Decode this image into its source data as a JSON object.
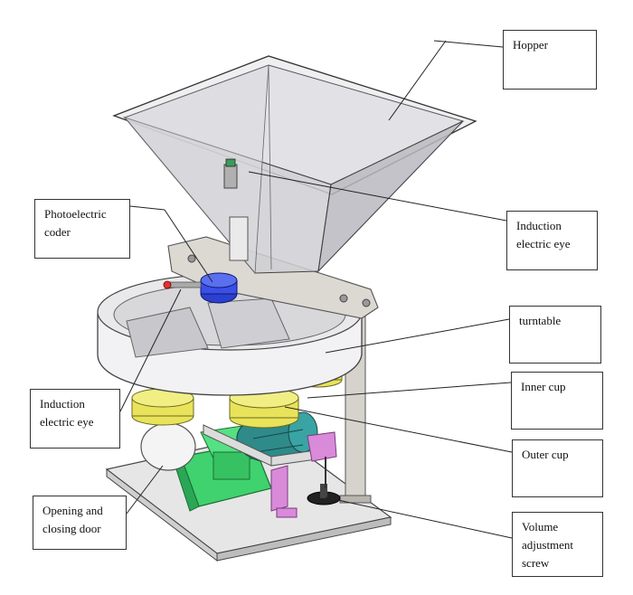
{
  "labels": {
    "hopper": "Hopper",
    "photoelectric_coder": "Photoelectric\ncoder",
    "induction_eye_top": "Induction\nelectric eye",
    "turntable": "turntable",
    "induction_eye_left": "Induction\nelectric eye",
    "inner_cup": "Inner cup",
    "outer_cup": "Outer cup",
    "opening_closing_door": "Opening and\nclosing door",
    "volume_adjustment_screw": "Volume\nadjustment\nscrew"
  },
  "colors": {
    "cup_yellow": "#e8e35a",
    "gearbox_green": "#3fd26e",
    "motor_teal": "#2f8a8a",
    "coder_blue": "#2b3fd0",
    "bracket_magenta": "#d98ad9",
    "metal_grey": "#c9c9c9",
    "line": "#222222"
  }
}
